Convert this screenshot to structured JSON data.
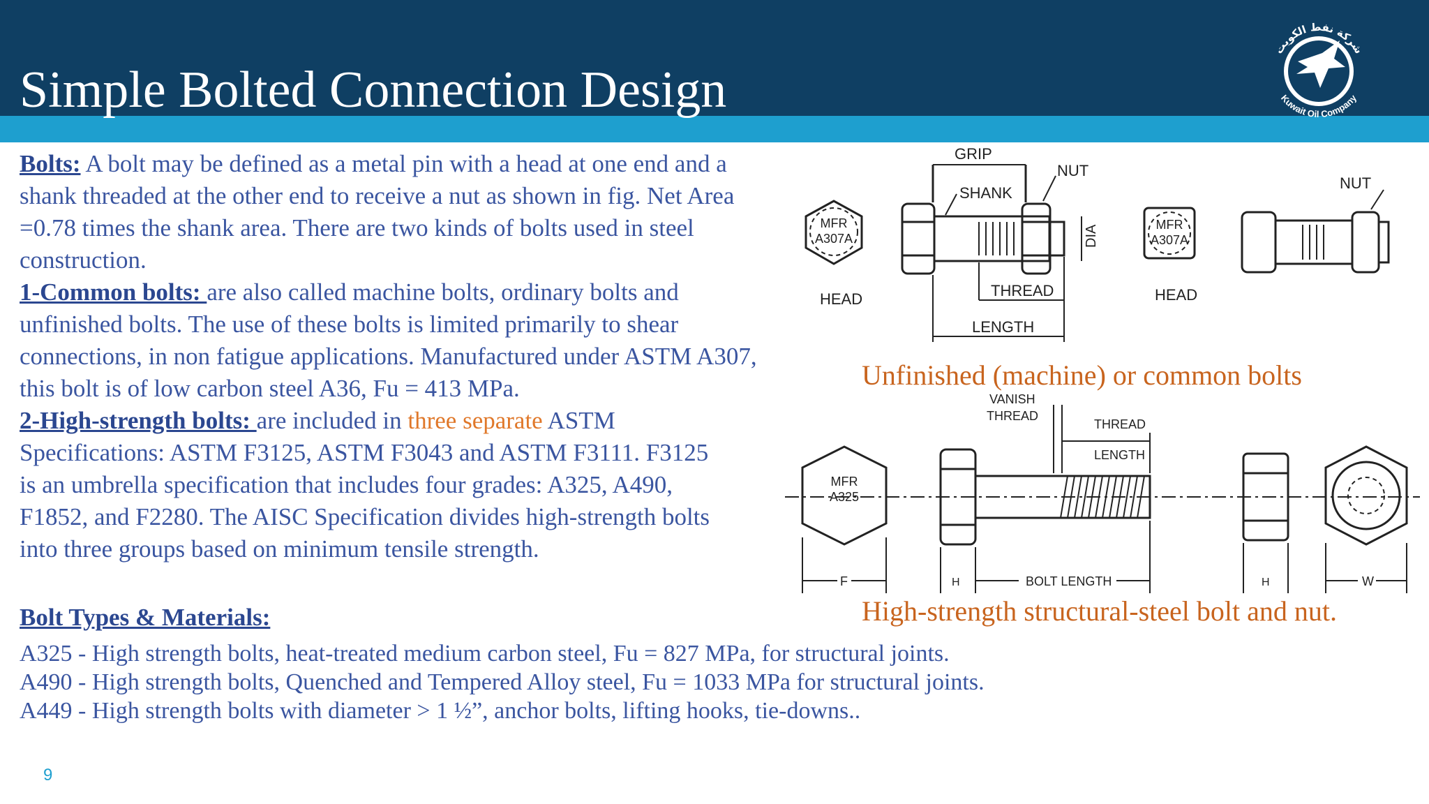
{
  "header": {
    "title": "Simple Bolted Connection Design",
    "logo_text_top": "شركة نفط الكويت",
    "logo_text_bottom": "Kuwait Oil Company",
    "colors": {
      "band": "#0f3f63",
      "strip": "#1e9fcf"
    }
  },
  "body": {
    "p1_keyword": "Bolts:",
    "p1_text": " A bolt may be defined as a metal pin with a head at one end and a shank threaded at the other end to receive a nut as shown in fig. Net Area =0.78 times the shank area. There are two kinds of bolts used in steel construction.",
    "p2_keyword": "1-Common bolts: ",
    "p2_text": "are also called machine bolts, ordinary bolts and unfinished bolts. The use of these bolts is limited primarily to shear connections, in non fatigue applications. Manufactured under ASTM A307, this bolt is of low carbon steel A36, Fu = 413 MPa.",
    "p3_keyword": "2-High-strength bolts: ",
    "p3_text_a": "are included in ",
    "p3_highlight": "three separate",
    "p3_text_b": " ASTM Specifications: ASTM F3125, ASTM F3043 and ASTM F3111. F3125 is an umbrella specification that includes four grades: A325, A490, F1852, and F2280. The AISC Specification divides high-strength bolts into three groups based on minimum tensile strength.",
    "types_heading": "Bolt Types & Materials:",
    "types": [
      "A325 - High strength bolts, heat-treated medium carbon steel, Fu = 827 MPa, for structural joints.",
      "A490 - High strength bolts, Quenched and Tempered Alloy steel, Fu = 1033 MPa for structural joints.",
      "A449 - High strength bolts with diameter > 1 ½”, anchor bolts, lifting hooks, tie-downs.."
    ]
  },
  "figure1": {
    "labels": {
      "grip": "GRIP",
      "nut": "NUT",
      "shank": "SHANK",
      "dia": "DIA",
      "thread": "THREAD",
      "length": "LENGTH",
      "head": "HEAD",
      "head2": "HEAD",
      "nut2": "NUT",
      "mfr": "MFR",
      "grade": "A307A",
      "mfr2": "MFR",
      "grade2": "A307A"
    },
    "caption": "Unfinished (machine) or common bolts"
  },
  "figure2": {
    "labels": {
      "vanish": "VANISH",
      "vanish_thread": "THREAD",
      "thread_length_1": "THREAD",
      "thread_length_2": "LENGTH",
      "mfr": "MFR",
      "grade": "A325",
      "f": "F",
      "h": "H",
      "bolt_length": "BOLT LENGTH",
      "h2": "H",
      "w": "W"
    },
    "caption": "High-strength structural-steel bolt and nut."
  },
  "footer": {
    "page_number": "9"
  }
}
